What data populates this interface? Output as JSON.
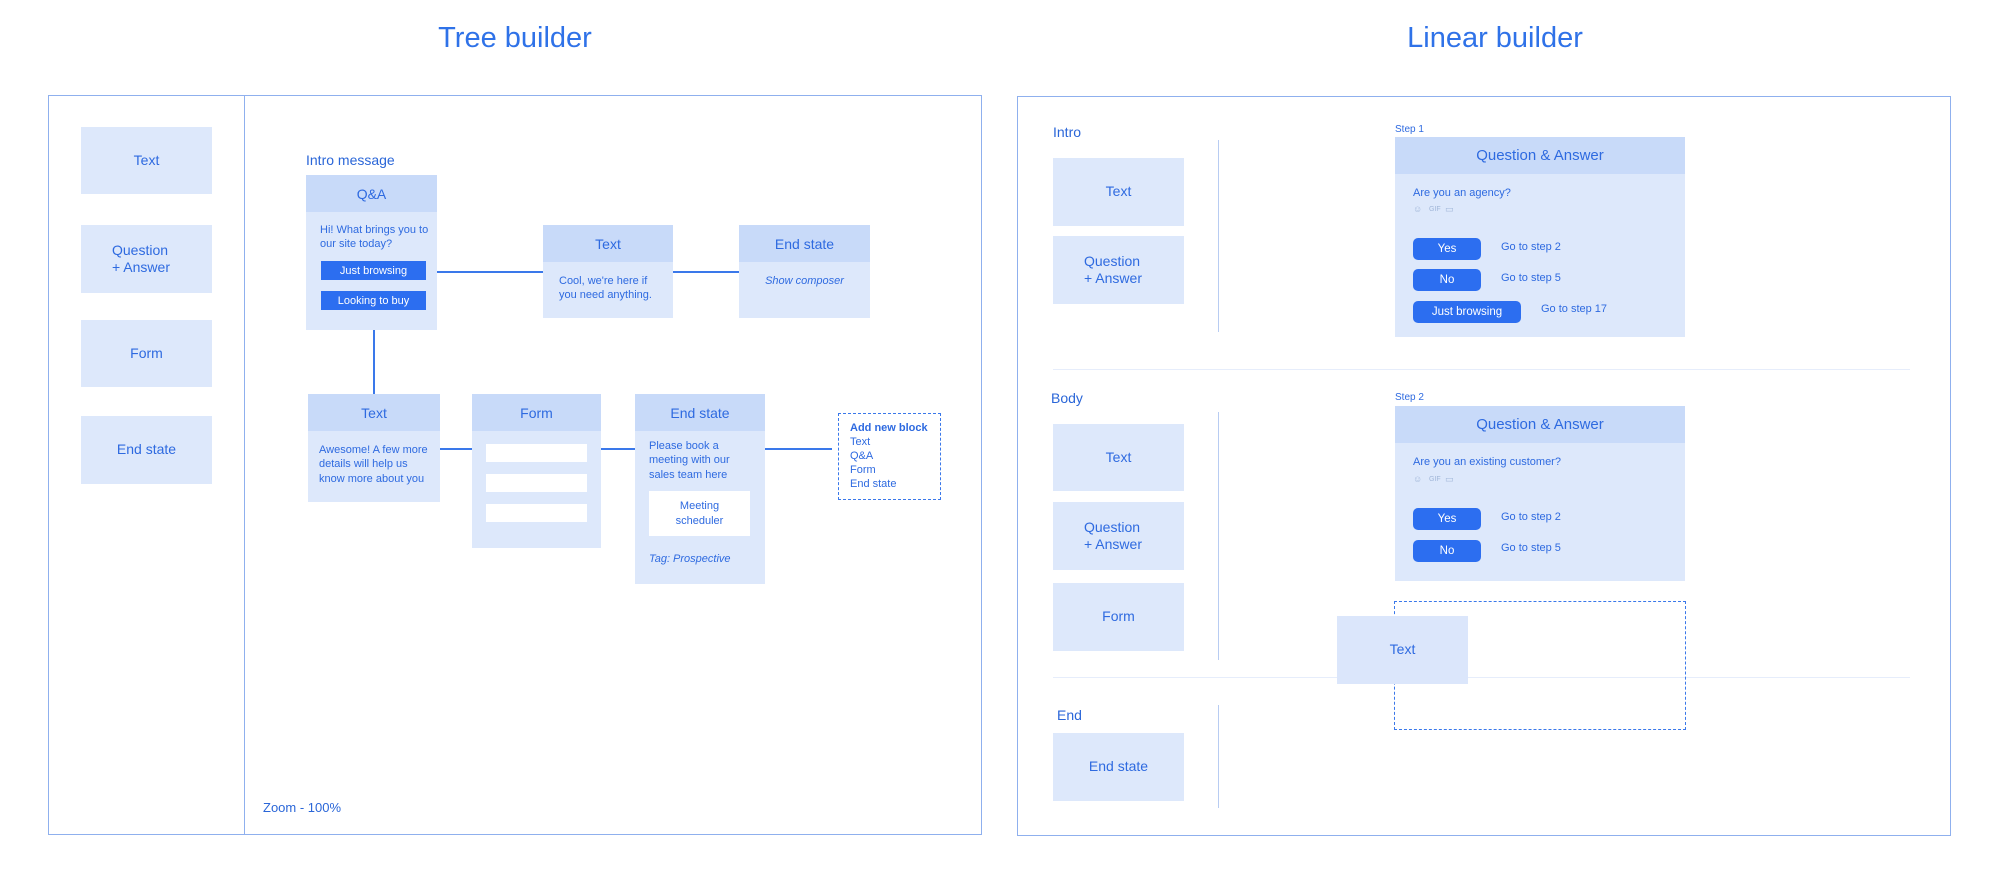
{
  "tree": {
    "heading": "Tree builder",
    "palette": [
      "Text",
      "Question + Answer",
      "Form",
      "End state"
    ],
    "intro_label": "Intro message",
    "qa": {
      "title": "Q&A",
      "message": "Hi! What brings you to our site today?",
      "options": [
        "Just browsing",
        "Looking to buy"
      ]
    },
    "text1": {
      "title": "Text",
      "body": "Cool, we're here if you need anything."
    },
    "end1": {
      "title": "End state",
      "body": "Show composer"
    },
    "text2": {
      "title": "Text",
      "body": "Awesome! A few more details will help us know more about you"
    },
    "form": {
      "title": "Form"
    },
    "end2": {
      "title": "End state",
      "body": "Please book a meeting with our sales team here",
      "scheduler": "Meeting scheduler",
      "tag": "Tag: Prospective"
    },
    "add_block": {
      "title": "Add new block",
      "items": [
        "Text",
        "Q&A",
        "Form",
        "End state"
      ]
    },
    "zoom": "Zoom - 100%"
  },
  "linear": {
    "heading": "Linear builder",
    "intro": {
      "label": "Intro",
      "tiles": [
        "Text",
        "Question + Answer"
      ]
    },
    "body": {
      "label": "Body",
      "tiles": [
        "Text",
        "Question + Answer",
        "Form"
      ]
    },
    "end": {
      "label": "End",
      "tiles": [
        "End state"
      ]
    },
    "step1": {
      "step": "Step 1",
      "title": "Question & Answer",
      "question": "Are you an agency?",
      "options": [
        {
          "label": "Yes",
          "goto": "Go to step 2"
        },
        {
          "label": "No",
          "goto": "Go to step 5"
        },
        {
          "label": "Just browsing",
          "goto": "Go to step 17"
        }
      ]
    },
    "step2": {
      "step": "Step 2",
      "title": "Question & Answer",
      "question": "Are you an existing customer?",
      "options": [
        {
          "label": "Yes",
          "goto": "Go to step 2"
        },
        {
          "label": "No",
          "goto": "Go to step 5"
        }
      ]
    },
    "dragging_tile": "Text",
    "icons": [
      "emoji-icon",
      "gif-icon",
      "image-icon"
    ]
  }
}
